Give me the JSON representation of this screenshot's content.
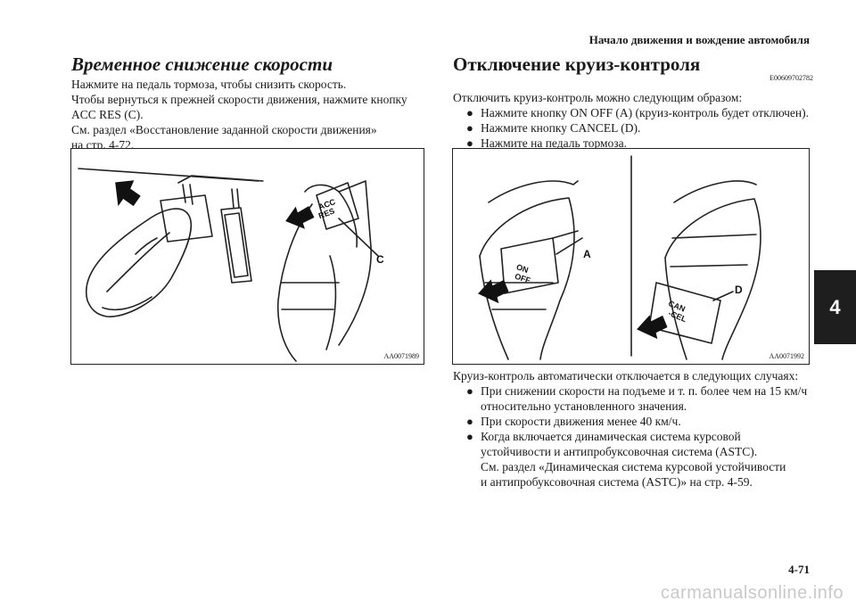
{
  "header": {
    "title": "Начало движения и вождение автомобиля"
  },
  "left": {
    "title": "Временное снижение скорости",
    "paragraph_lines": [
      "Нажмите на педаль тормоза, чтобы снизить скорость.",
      "Чтобы вернуться к прежней скорости движения, нажмите кнопку",
      "ACC RES (C).",
      "См. раздел «Восстановление заданной скорости движения»",
      "на стр. 4-72."
    ],
    "figure": {
      "code": "AA0071989",
      "button_label_line1": "ACC",
      "button_label_line2": "RES",
      "callout": "C"
    }
  },
  "right": {
    "title": "Отключение круиз-контроля",
    "doc_code": "E00609702782",
    "intro": "Отключить круиз-контроль можно следующим образом:",
    "bullets": [
      "Нажмите кнопку ON OFF (A) (круиз-контроль будет отключен).",
      "Нажмите кнопку CANCEL (D).",
      "Нажмите на педаль тормоза."
    ],
    "figure": {
      "code": "AA0071992",
      "button_a_line1": "ON",
      "button_a_line2": "OFF",
      "callout_a": "A",
      "button_d_line1": "CAN",
      "button_d_line2": "-CEL",
      "callout_d": "D"
    },
    "after_intro": "Круиз-контроль автоматически отключается в следующих случаях:",
    "after_bullets": [
      [
        "При снижении скорости на подъеме и т. п. более чем на 15 км/ч",
        "относительно установленного значения."
      ],
      [
        "При скорости движения менее 40 км/ч."
      ],
      [
        "Когда включается динамическая система курсовой",
        "устойчивости и антипробуксовочная система (ASTC).",
        "См. раздел «Динамическая система курсовой устойчивости",
        "и антипробуксовочная система (ASTC)» на стр. 4-59."
      ]
    ]
  },
  "tab": {
    "label": "4"
  },
  "page_number": "4-71",
  "watermark": "carmanualsonline.info"
}
